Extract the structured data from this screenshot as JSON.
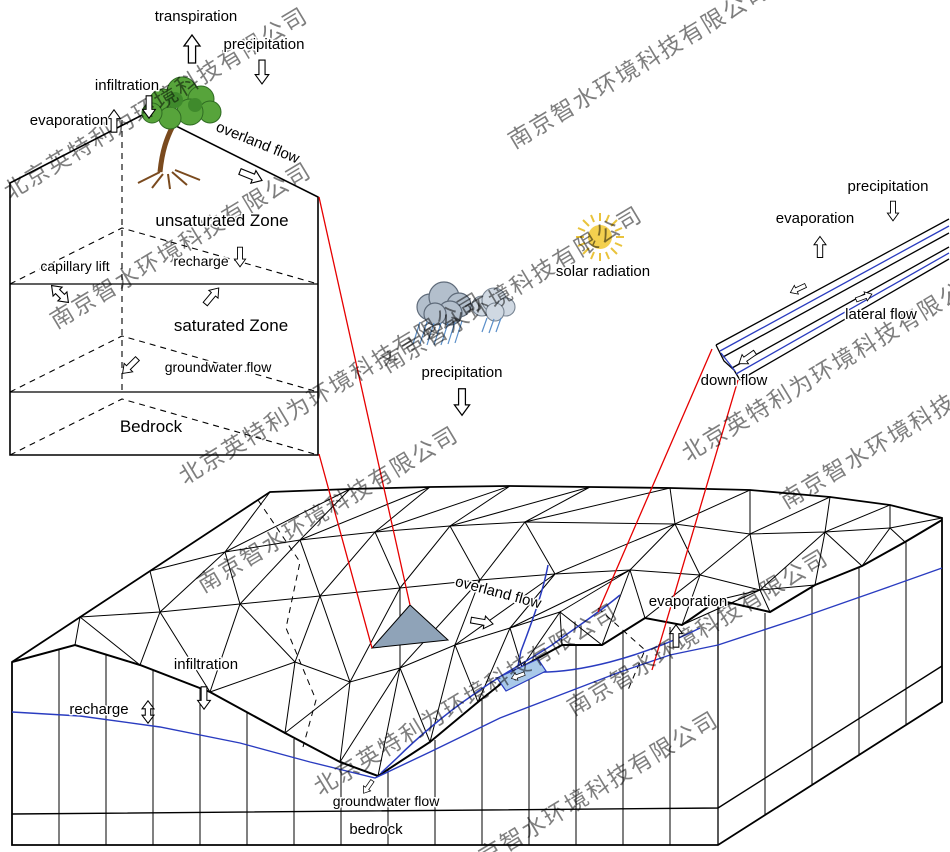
{
  "colors": {
    "callout": "#e60000",
    "river": "#2a3cc0",
    "river_highlight": "#a9c9e9",
    "watermark": "#a8a8a8",
    "sun": "#f3d04f",
    "cloud_dark": "#b3bfcc",
    "cloud_light": "#cfd8e2",
    "tree_foliage": "#57a43b",
    "tree_trunk": "#7a4a1e",
    "triangle_highlight": "#8fa3b8"
  },
  "watermarks": {
    "beijing": "北京英特利为环境科技有限公司",
    "nanjing": "南京智水环境科技有限公司"
  },
  "hillslope": {
    "transpiration": "transpiration",
    "precipitation": "precipitation",
    "infiltration": "infiltration",
    "evaporation": "evaporation",
    "overland_flow": "overland flow",
    "unsaturated_zone": "unsaturated Zone",
    "capillary_lift": "capillary lift",
    "recharge": "recharge",
    "saturated_zone": "saturated Zone",
    "groundwater_flow": "groundwater flow",
    "bedrock": "Bedrock"
  },
  "sky": {
    "precipitation": "precipitation",
    "solar_radiation": "solar radiation"
  },
  "channel": {
    "precipitation": "precipitation",
    "evaporation": "evaporation",
    "lateral_flow": "lateral flow",
    "down_flow": "down flow"
  },
  "terrain": {
    "overland_flow": "overland flow",
    "evaporation": "evaporation",
    "infiltration": "infiltration",
    "recharge": "recharge",
    "groundwater_flow": "groundwater flow",
    "bedrock": "bedrock"
  }
}
